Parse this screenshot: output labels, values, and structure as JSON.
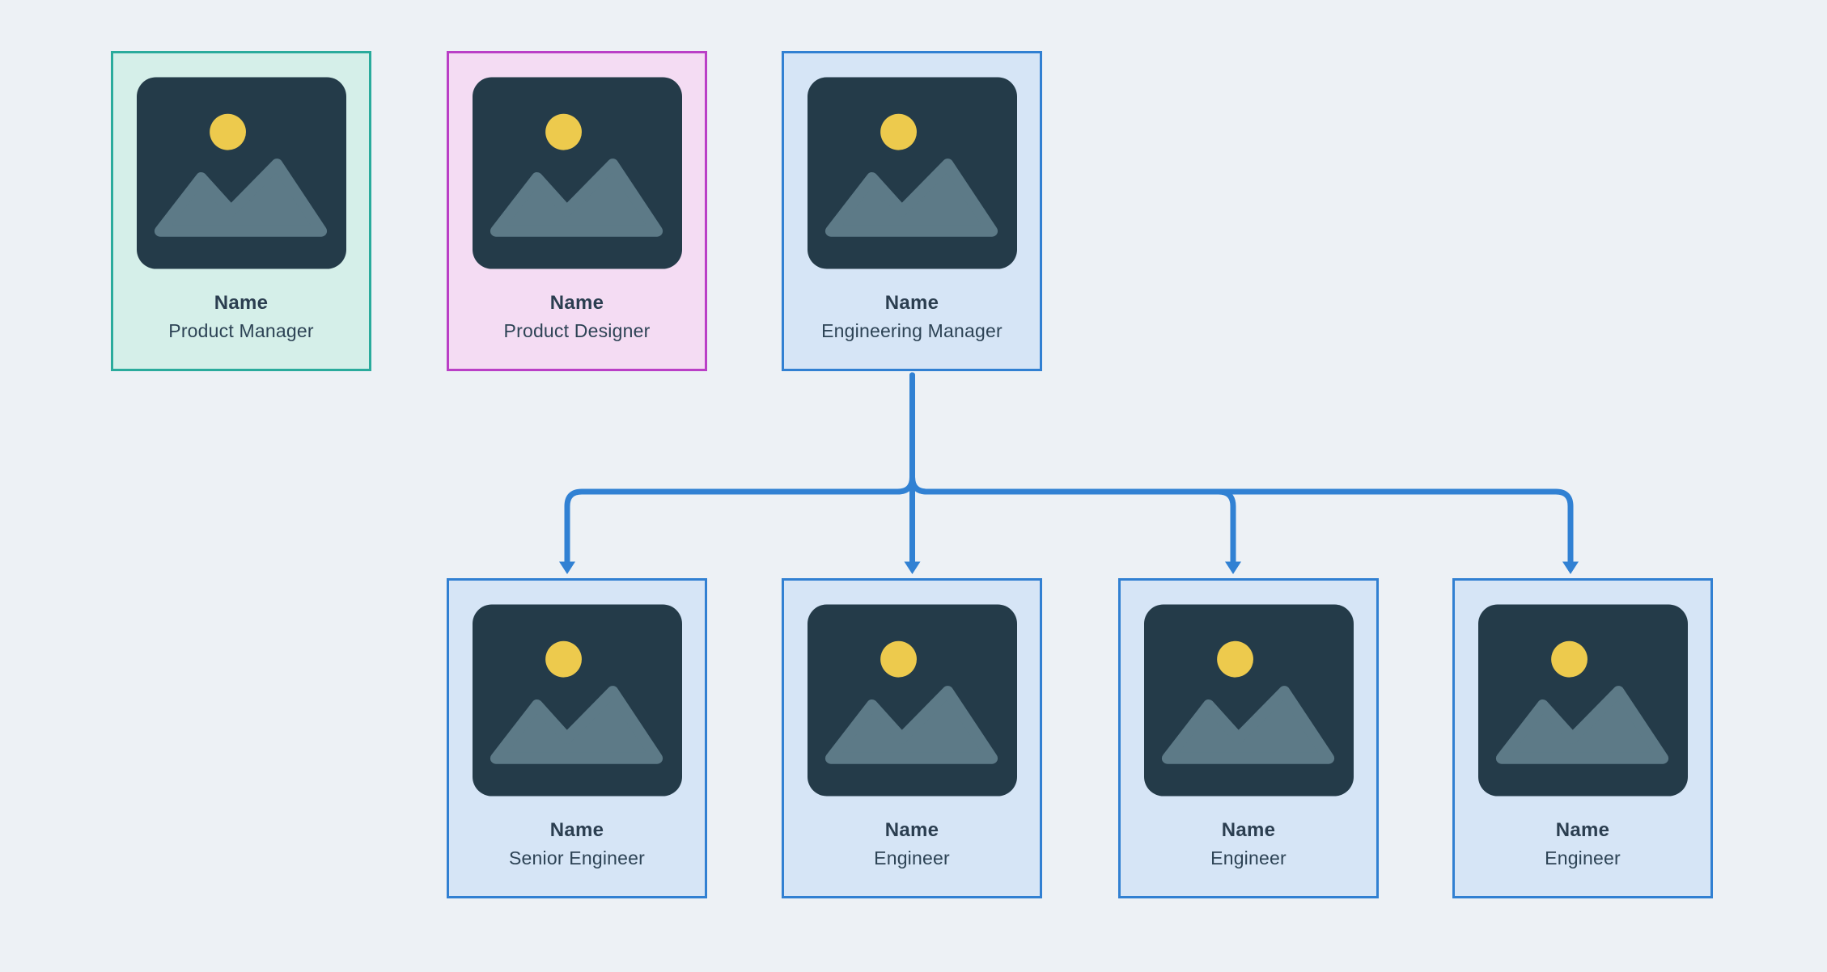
{
  "diagram": {
    "background": "#edf1f5",
    "connector_color": "#3181d3"
  },
  "themes": {
    "teal": {
      "bg": "#d5efe9",
      "border": "#2aab9c"
    },
    "purple": {
      "bg": "#f4dcf3",
      "border": "#ba3fc6"
    },
    "blue": {
      "bg": "#d6e5f6",
      "border": "#3180d2"
    }
  },
  "placeholder_image": {
    "bg": "#243b49",
    "mountain": "#5d7a87",
    "sun": "#edca4d"
  },
  "cards": [
    {
      "name": "Name",
      "role": "Product Manager",
      "theme": "teal"
    },
    {
      "name": "Name",
      "role": "Product Designer",
      "theme": "purple"
    },
    {
      "name": "Name",
      "role": "Engineering Manager",
      "theme": "blue"
    },
    {
      "name": "Name",
      "role": "Senior Engineer",
      "theme": "blue"
    },
    {
      "name": "Name",
      "role": "Engineer",
      "theme": "blue"
    },
    {
      "name": "Name",
      "role": "Engineer",
      "theme": "blue"
    },
    {
      "name": "Name",
      "role": "Engineer",
      "theme": "blue"
    }
  ],
  "edges": [
    {
      "from": "Engineering Manager",
      "to": "Senior Engineer"
    },
    {
      "from": "Engineering Manager",
      "to": "Engineer"
    },
    {
      "from": "Engineering Manager",
      "to": "Engineer"
    },
    {
      "from": "Engineering Manager",
      "to": "Engineer"
    }
  ]
}
